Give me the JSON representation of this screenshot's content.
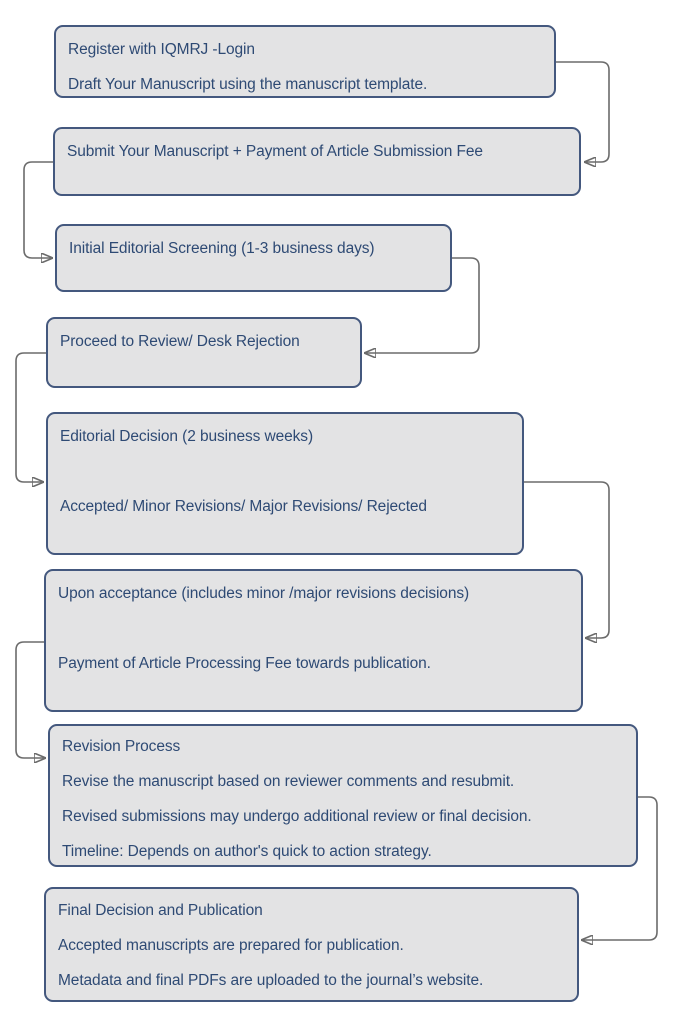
{
  "diagram": {
    "type": "flowchart",
    "boxes": [
      {
        "id": "register-draft",
        "lines": [
          "Register with IQMRJ -Login",
          "Draft Your Manuscript using the manuscript template."
        ]
      },
      {
        "id": "submit-payment",
        "lines": [
          "Submit Your Manuscript + Payment of Article Submission Fee"
        ]
      },
      {
        "id": "initial-screening",
        "lines": [
          "Initial Editorial Screening (1-3 business days)"
        ]
      },
      {
        "id": "review-or-desk-rejection",
        "lines": [
          "Proceed to Review/ Desk Rejection"
        ]
      },
      {
        "id": "editorial-decision",
        "lines": [
          "Editorial Decision (2 business weeks)",
          "Accepted/ Minor Revisions/ Major Revisions/ Rejected"
        ]
      },
      {
        "id": "acceptance-processing-fee",
        "lines": [
          "Upon acceptance (includes minor /major revisions decisions)",
          "Payment of Article Processing Fee towards publication."
        ]
      },
      {
        "id": "revision-process",
        "lines": [
          "Revision Process",
          "Revise the manuscript based on reviewer comments and resubmit.",
          "Revised submissions may undergo additional review or final decision.",
          "Timeline: Depends on author's quick to action strategy."
        ]
      },
      {
        "id": "final-decision-publication",
        "lines": [
          "Final Decision and Publication",
          "Accepted manuscripts are prepared for publication.",
          "Metadata and final PDFs are uploaded to the journal’s website."
        ]
      }
    ],
    "edges": [
      {
        "from": "register-draft",
        "to": "submit-payment",
        "side": "right"
      },
      {
        "from": "submit-payment",
        "to": "initial-screening",
        "side": "left"
      },
      {
        "from": "initial-screening",
        "to": "review-or-desk-rejection",
        "side": "right"
      },
      {
        "from": "review-or-desk-rejection",
        "to": "editorial-decision",
        "side": "left"
      },
      {
        "from": "editorial-decision",
        "to": "acceptance-processing-fee",
        "side": "right"
      },
      {
        "from": "acceptance-processing-fee",
        "to": "revision-process",
        "side": "left"
      },
      {
        "from": "revision-process",
        "to": "final-decision-publication",
        "side": "right"
      }
    ],
    "colors": {
      "box_fill": "#e3e3e4",
      "box_border": "#44587e",
      "text": "#2e4a74",
      "arrow_line": "#6b6b6b",
      "arrow_head": "#4d4d4d",
      "background": "#ffffff"
    }
  }
}
